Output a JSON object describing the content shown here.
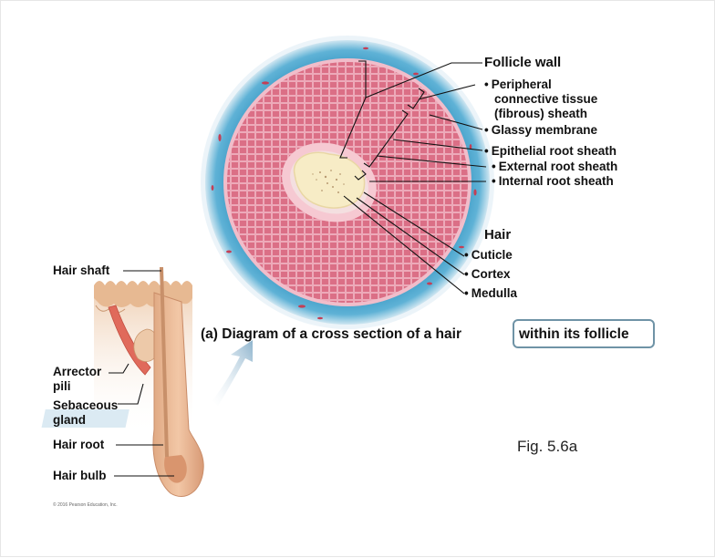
{
  "colors": {
    "blue_sheath": "#4aa3c9",
    "pink_epithelium": "#d9687f",
    "cream_hair": "#f7ecc6",
    "skin_tan": "#e9c3a4",
    "caption_box": "#6f93a6"
  },
  "labels": {
    "follicle_wall": "Follicle wall",
    "peripheral_line1": "Peripheral",
    "peripheral_line2": "connective tissue",
    "peripheral_line3": "(fibrous) sheath",
    "glassy_membrane": "Glassy membrane",
    "epithelial_root_sheath": "Epithelial root sheath",
    "external_root_sheath": "External root sheath",
    "internal_root_sheath": "Internal root sheath",
    "hair": "Hair",
    "cuticle": "Cuticle",
    "cortex": "Cortex",
    "medulla": "Medulla",
    "hair_shaft": "Hair shaft",
    "arrector_line1": "Arrector",
    "arrector_line2": "pili",
    "sebaceous_line1": "Sebaceous",
    "sebaceous_line2": "gland",
    "hair_root": "Hair root",
    "hair_bulb": "Hair bulb"
  },
  "caption": {
    "prefix": "(a) Diagram of a cross section of a hair",
    "highlight": "within its follicle"
  },
  "figure_number": "Fig. 5.6a",
  "copyright": "© 2016 Pearson Education, Inc."
}
